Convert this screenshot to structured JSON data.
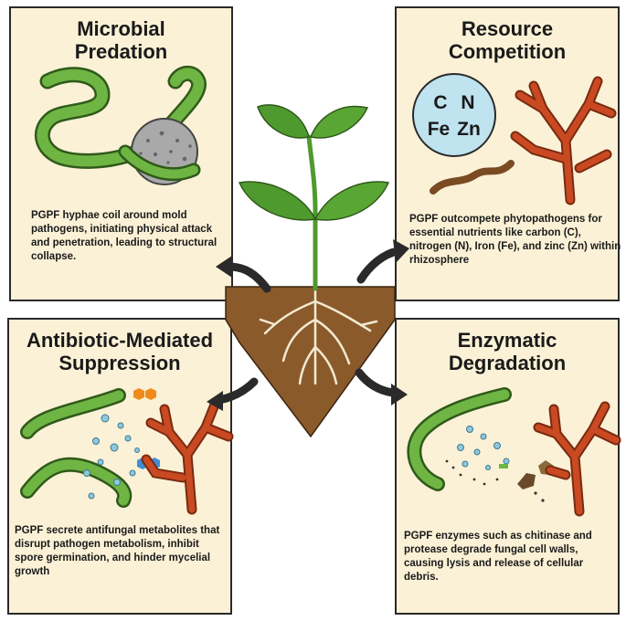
{
  "panels": {
    "microbial_predation": {
      "title_line1": "Microbial",
      "title_line2": "Predation",
      "description": "PGPF hyphae coil around mold pathogens, initiating physical attack and penetration, leading to structural collapse."
    },
    "resource_competition": {
      "title_line1": "Resource",
      "title_line2": "Competition",
      "nutrients": [
        "C",
        "N",
        "Fe",
        "Zn"
      ],
      "description": "PGPF outcompete phytopathogens for essential nutrients like carbon (C), nitrogen (N), Iron (Fe), and zinc (Zn) within rhizosphere"
    },
    "antibiotic_suppression": {
      "title_line1": "Antibiotic-Mediated",
      "title_line2": "Suppression",
      "description": "PGPF secrete antifungal metabolites that disrupt pathogen metabolism, inhibit spore germination, and hinder mycelial growth"
    },
    "enzymatic_degradation": {
      "title_line1": "Enzymatic",
      "title_line2": "Degradation",
      "description": "PGPF enzymes such as chitinase and protease degrade fungal cell walls, causing lysis and release of cellular debris."
    }
  },
  "colors": {
    "panel_bg": "#fbf1d6",
    "hyphae_green": "#6fb544",
    "pathogen_orange": "#c94a22",
    "soil_brown": "#8b5a2b",
    "leaf_green": "#4f9a2e",
    "nutrient_circle": "#bfe3ef"
  }
}
